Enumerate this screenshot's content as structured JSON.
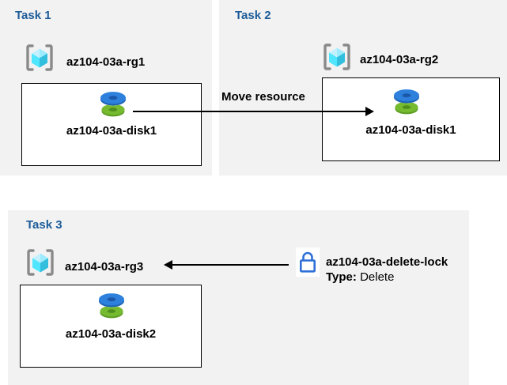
{
  "diagram": {
    "tasks": [
      {
        "title": "Task 1",
        "resource_group": "az104-03a-rg1",
        "disk": "az104-03a-disk1"
      },
      {
        "title": "Task 2",
        "resource_group": "az104-03a-rg2",
        "disk": "az104-03a-disk1"
      },
      {
        "title": "Task 3",
        "resource_group": "az104-03a-rg3",
        "disk": "az104-03a-disk2"
      }
    ],
    "move_arrow_label": "Move resource",
    "lock": {
      "name": "az104-03a-delete-lock",
      "type_label": "Type:",
      "type_value": "Delete"
    },
    "icons": {
      "resource_group": "resource-group-icon",
      "disk": "disk-icon",
      "lock": "lock-icon",
      "move_arrow": "arrow-right-icon",
      "lock_arrow": "arrow-left-icon"
    },
    "colors": {
      "panel_background": "#f2f2f2",
      "task_title_blue": "#1d5c99",
      "box_border": "#000000",
      "lock_blue": "#2f6fd8",
      "disk_blue": "#2e80dd",
      "disk_blue_dark": "#1b57a8",
      "disk_green": "#76ba2f",
      "disk_green_dark": "#4e8e1d",
      "cube_cyan_light": "#c3f1ff",
      "cube_cyan": "#50e6ff",
      "cube_cyan_dark": "#32bedd",
      "bracket_gray": "#8a8a8a"
    }
  }
}
